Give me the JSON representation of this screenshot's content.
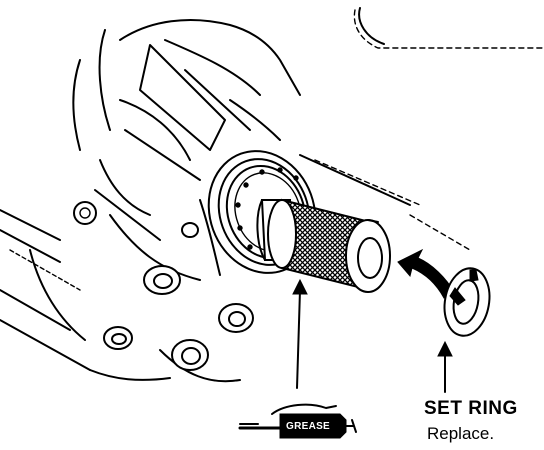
{
  "callouts": {
    "set_ring": {
      "title": "SET RING",
      "note": "Replace."
    },
    "grease": {
      "tube_text": "GREASE"
    }
  },
  "colors": {
    "ink": "#000000",
    "paper": "#ffffff"
  }
}
